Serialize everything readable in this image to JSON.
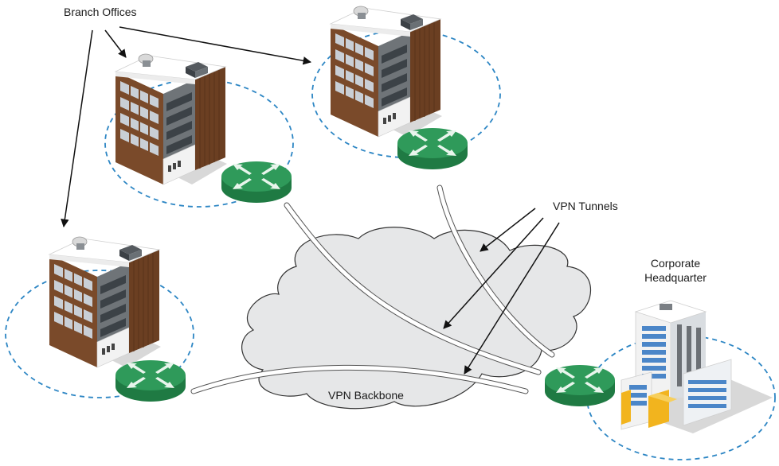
{
  "labels": {
    "branch_offices": "Branch Offices",
    "vpn_tunnels": "VPN Tunnels",
    "vpn_backbone": "VPN Backbone",
    "hq_line1": "Corporate",
    "hq_line2": "Headquarter"
  },
  "colors": {
    "router_top": "#2f9a5a",
    "router_side": "#1f7a43",
    "circle_dash": "#2d86c4",
    "cloud_fill": "#e6e7e8",
    "cloud_stroke": "#333333",
    "brick": "#7a4a2a",
    "hq_yellow": "#f2b41e",
    "hq_blue": "#4b86c8"
  },
  "icons": [
    "router-icon",
    "office-building-icon",
    "headquarters-building-icon",
    "cloud-icon",
    "arrow-icon"
  ]
}
